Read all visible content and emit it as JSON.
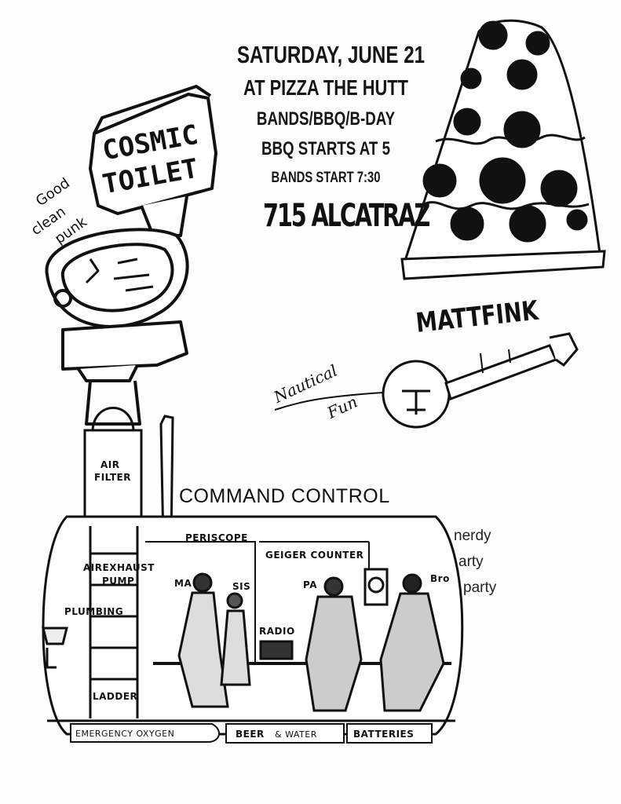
{
  "event": {
    "line1": "SATURDAY, JUNE 21",
    "line2": "AT PIZZA THE HUTT",
    "line3": "BANDS/BBQ/B-DAY",
    "line4": "BBQ STARTS AT 5",
    "line5": "BANDS START 7:30",
    "address": "715 ALCATRAZ"
  },
  "bands": {
    "cosmic_line1": "COSMIC",
    "cosmic_line2": "TOILET",
    "tagline": [
      "Good",
      "clean",
      "punk"
    ],
    "mattfink": "MATTFINK",
    "nautical_line1": "Nautical",
    "nautical_line2": "Fun"
  },
  "submarine": {
    "title": "COMMAND CONTROL",
    "labels": {
      "air_filter_1": "AIR",
      "air_filter_2": "FILTER",
      "periscope": "PERISCOPE",
      "geiger_counter": "GEIGER COUNTER",
      "airexhaust": "AIREXHAUST",
      "pump": "PUMP",
      "plumbing": "PLUMBING",
      "ma": "MA",
      "sis": "SIS",
      "pa": "PA",
      "bro": "Bro",
      "radio": "RADIO",
      "ladder": "LADDER",
      "emergency_oxygen": "EMERGENCY OXYGEN",
      "beer": "BEER",
      "water": "& WATER",
      "batteries": "BATTERIES"
    }
  },
  "side_words": [
    "nerdy",
    "arty",
    "party"
  ]
}
